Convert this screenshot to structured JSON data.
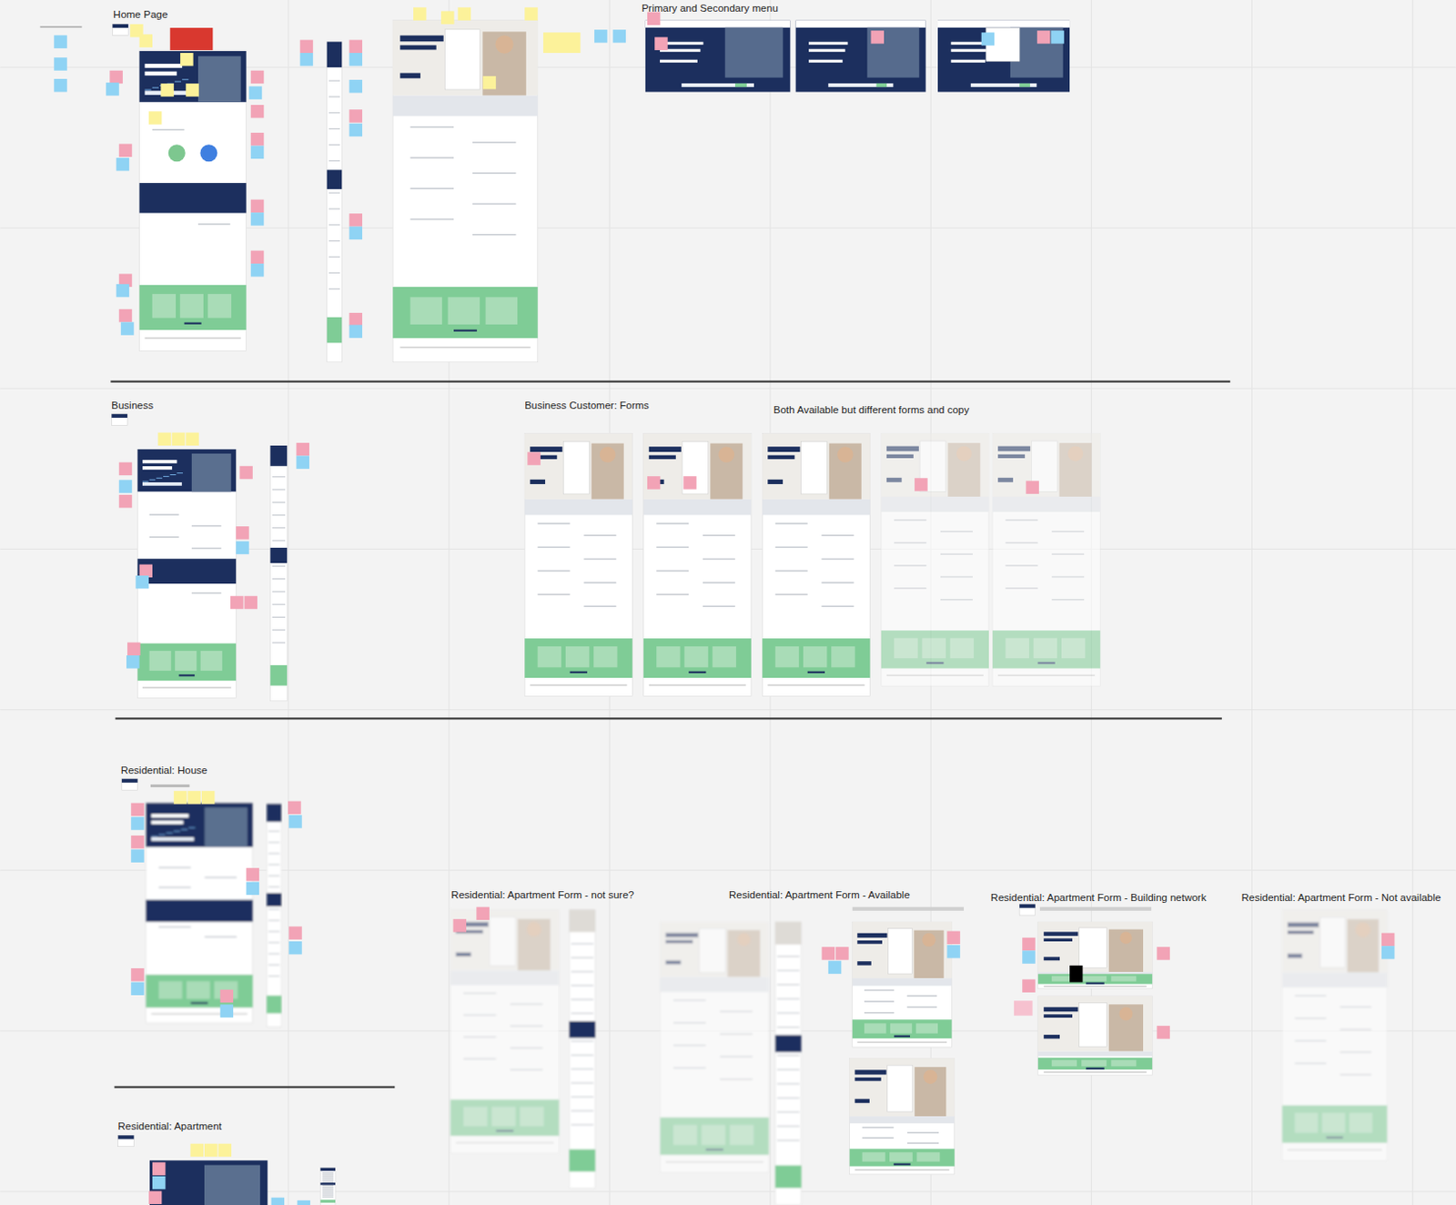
{
  "diagram": {
    "labels": [
      "Home Page",
      "Primary and Secondary menu",
      "Business",
      "Business Customer: Forms",
      "Both Available but different forms and copy",
      "Residential: House",
      "Residential: Apartment Form - not sure?",
      "Residential: Apartment Form - Available",
      "Residential: Apartment Form - Building network",
      "Residential: Apartment Form - Not available",
      "Residential: Apartment"
    ]
  }
}
